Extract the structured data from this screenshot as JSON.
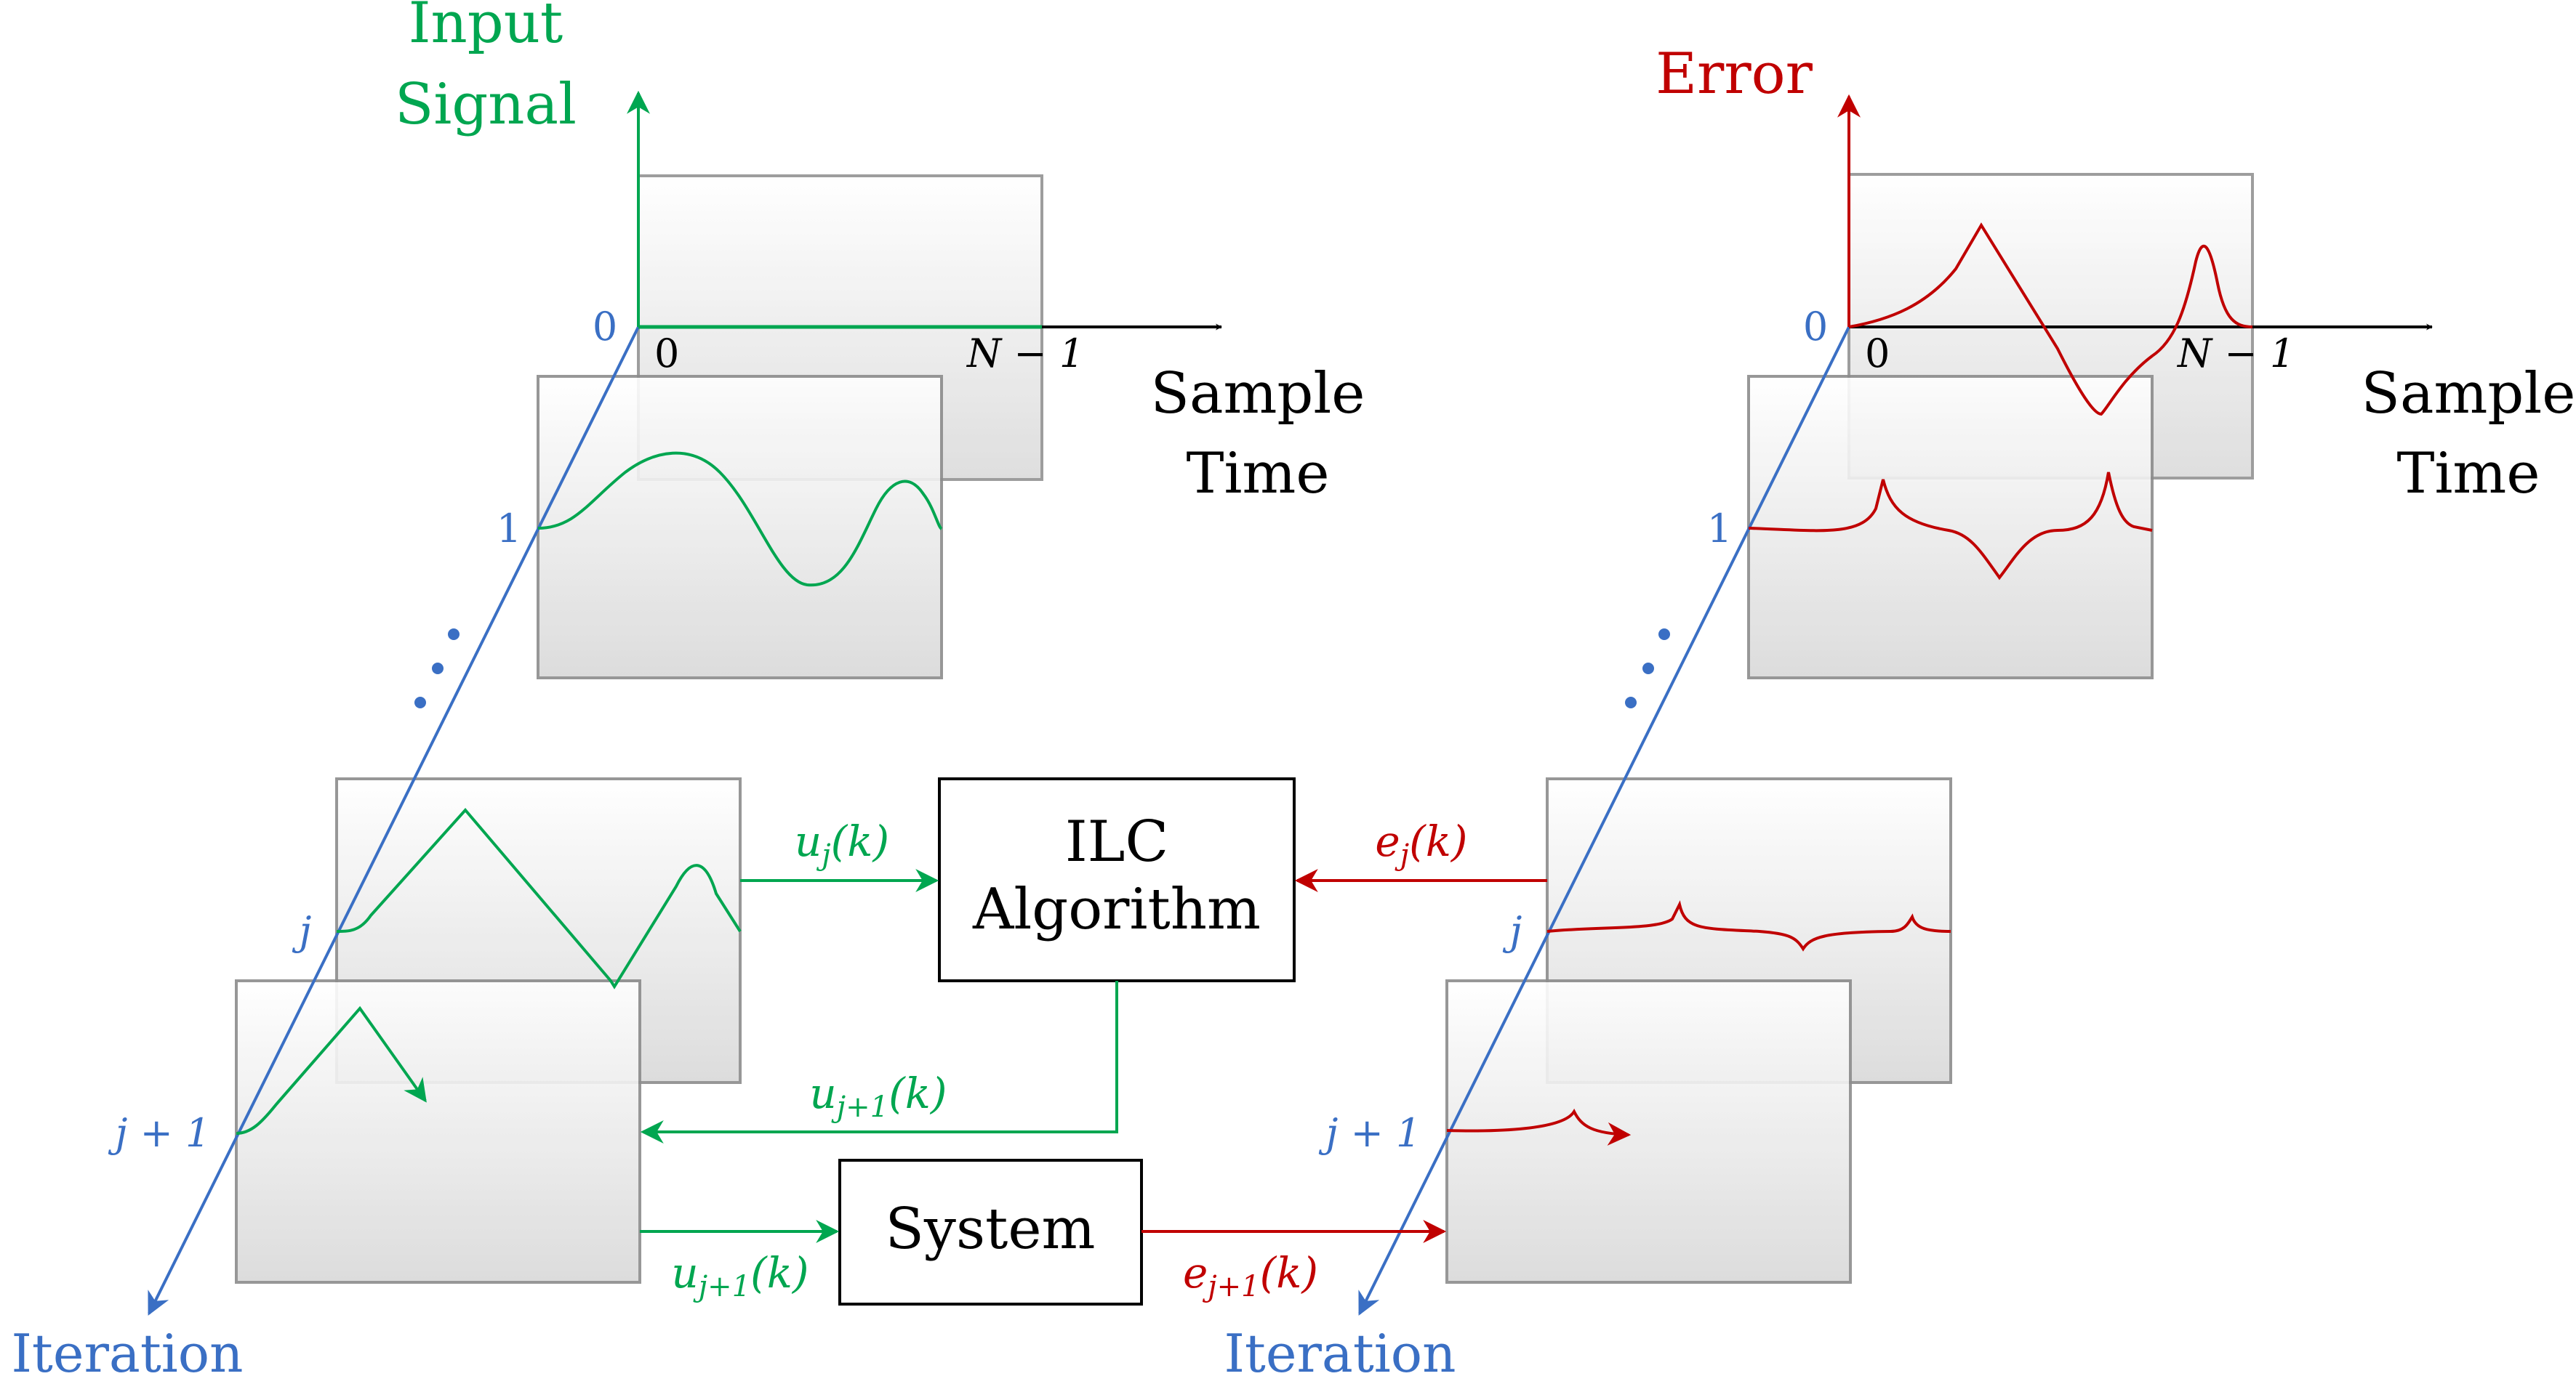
{
  "colors": {
    "input": "#00a650",
    "error": "#c00000",
    "iteration": "#3a6fc4",
    "box_stroke": "#000000",
    "panel_stroke": "#8c8c8c"
  },
  "left": {
    "y_axis_label_line1": "Input",
    "y_axis_label_line2": "Signal",
    "x_axis_label_line1": "Sample",
    "x_axis_label_line2": "Time",
    "x_tick_start": "0",
    "x_tick_end": "N − 1",
    "iteration_label": "Iteration",
    "iter_ticks": {
      "t0": "0",
      "t1": "1",
      "tj": "j",
      "tj1": "j + 1"
    }
  },
  "right": {
    "y_axis_label": "Error",
    "x_axis_label_line1": "Sample",
    "x_axis_label_line2": "Time",
    "x_tick_start": "0",
    "x_tick_end": "N − 1",
    "iteration_label": "Iteration",
    "iter_ticks": {
      "t0": "0",
      "t1": "1",
      "tj": "j",
      "tj1": "j + 1"
    }
  },
  "blocks": {
    "ilc_line1": "ILC",
    "ilc_line2": "Algorithm",
    "system": "System"
  },
  "signals": {
    "uj": "u",
    "uj_sub": "j",
    "uj_arg": "(k)",
    "uj1_top": "u",
    "uj1_top_sub": "j+1",
    "uj1_top_arg": "(k)",
    "uj1_bottom": "u",
    "uj1_bottom_sub": "j+1",
    "uj1_bottom_arg": "(k)",
    "ej": "e",
    "ej_sub": "j",
    "ej_arg": "(k)",
    "ej1": "e",
    "ej1_sub": "j+1",
    "ej1_arg": "(k)"
  }
}
